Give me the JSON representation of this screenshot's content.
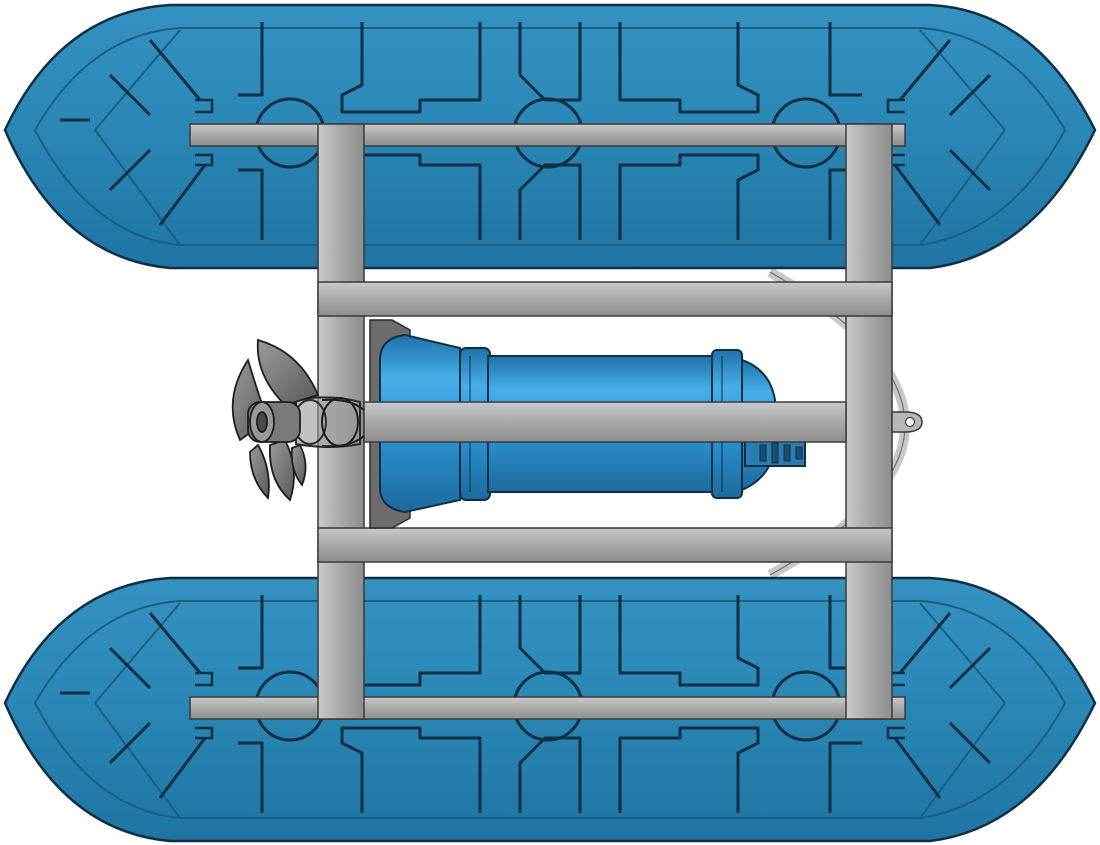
{
  "diagram": {
    "colors": {
      "background": "#ffffff",
      "pontoon": "#2a86b4",
      "pontoon_light": "#3d9ac6",
      "pontoon_dark": "#1a6d99",
      "outline": "#0f2f44",
      "frame": "#a8a8a8",
      "frame_dark": "#7c7c7c",
      "motor": "#2b95d6",
      "motor_light": "#46aee8",
      "motor_dark": "#1f72a8",
      "propeller": "#8a8a8a",
      "propeller_dark": "#555555",
      "ring": "#bdbdbd"
    },
    "components": {
      "pontoon_top": "pontoon-float",
      "pontoon_bottom": "pontoon-float",
      "frame": "steel-frame",
      "motor": "submersible-motor",
      "propeller": "propeller",
      "lifting_eye": "lifting-eye",
      "guide_ring": "guide-ring"
    }
  }
}
